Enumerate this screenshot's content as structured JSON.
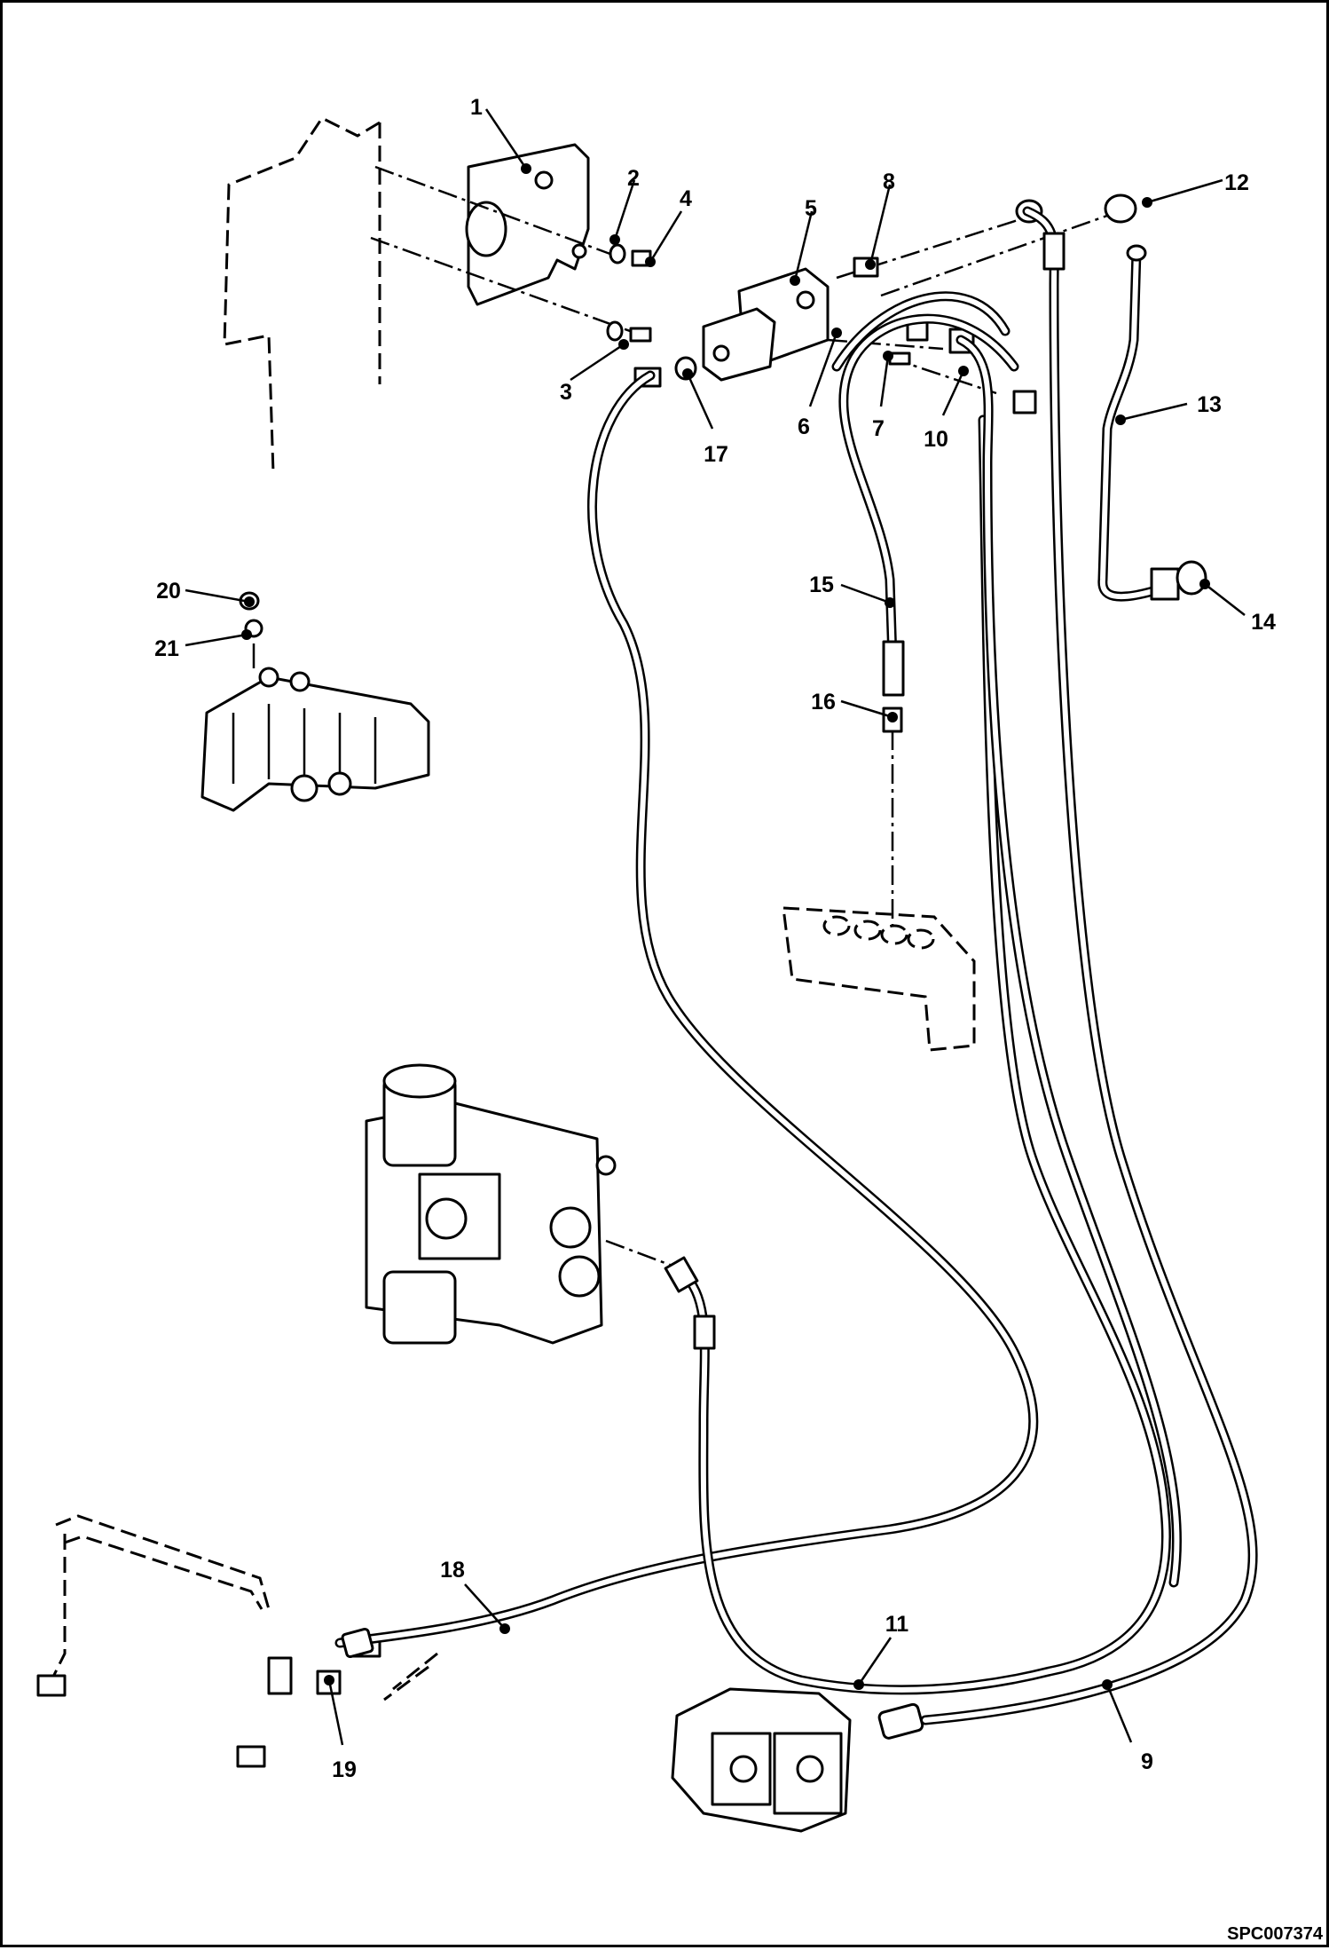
{
  "drawing_id": "SPC007374",
  "callouts": [
    "1",
    "2",
    "3",
    "4",
    "5",
    "6",
    "7",
    "8",
    "9",
    "10",
    "11",
    "12",
    "13",
    "14",
    "15",
    "16",
    "17",
    "18",
    "19",
    "20",
    "21"
  ]
}
